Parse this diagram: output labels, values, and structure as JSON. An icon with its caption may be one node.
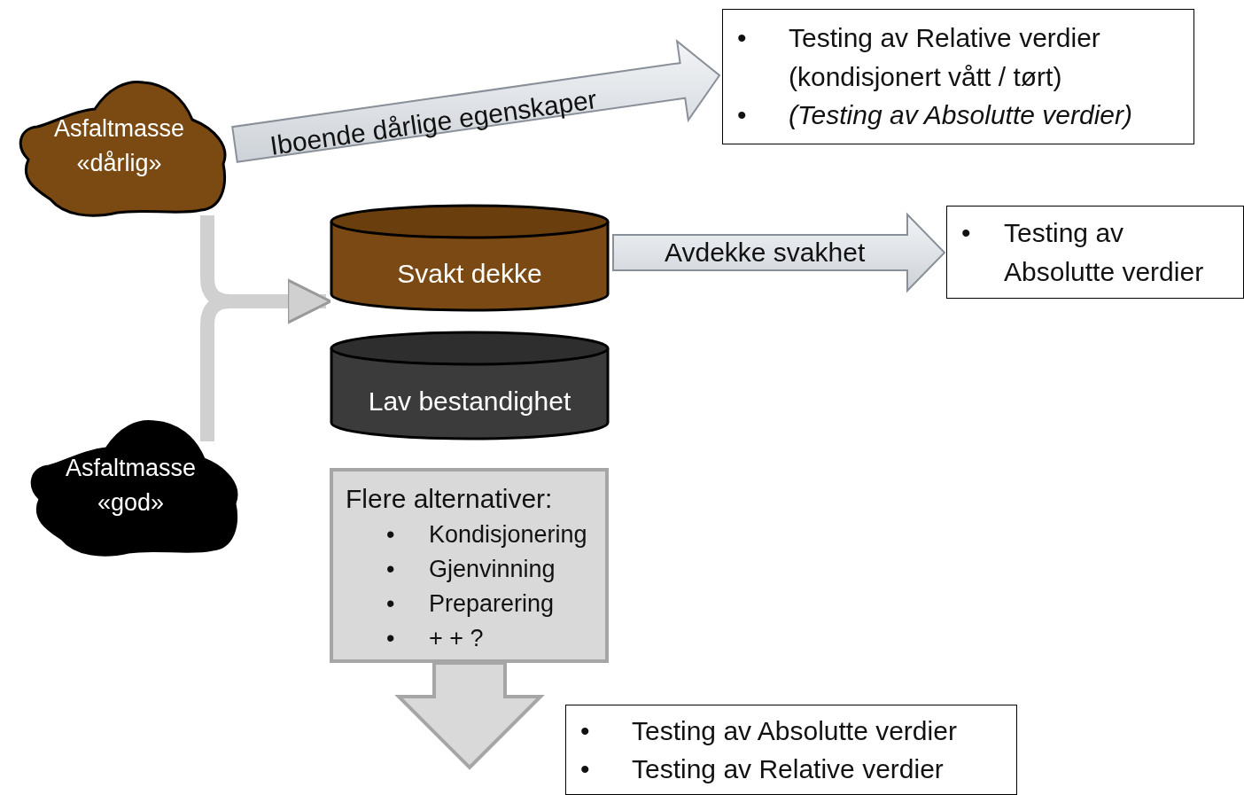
{
  "diagram": {
    "nodes": [
      {
        "text": [
          "Asfaltmasse «dårlig»"
        ]
      },
      {
        "text": [
          "•",
          "Testing av Relative verdier (kondisjonert vått / tørt)",
          "•",
          "*(Testing av Absolutte verdier)*"
        ]
      },
      {
        "text": [
          "Svakt dekke"
        ]
      },
      {
        "text": [
          "•",
          "Testing av Absolutte verdier"
        ]
      },
      {
        "text": [
          "Lav bestandighet"
        ]
      },
      {
        "text": [
          "Asfaltmasse «god»"
        ]
      },
      {
        "text": [
          "Flere alternativer:",
          "•",
          "Kondisjonering",
          "•",
          "Gjenvinning",
          "•",
          "Preparering",
          "•",
          "+ + ?"
        ]
      },
      {
        "text": [
          "•",
          "Testing av Absolutte verdier",
          "•",
          "Testing av Relative verdier"
        ]
      }
    ],
    "edges": [
      {
        "from": 0,
        "to": 1,
        "arrow": "to",
        "label": "Iboende dårlige egenskaper"
      },
      {
        "from": 2,
        "to": 3,
        "arrow": "to",
        "label": "Avdekke svakhet"
      },
      {
        "from": 0,
        "to": 2,
        "arrow": "to"
      },
      {
        "from": 5,
        "to": 2,
        "arrow": "to"
      },
      {
        "from": 6,
        "to": null,
        "arrow": "to"
      }
    ]
  }
}
